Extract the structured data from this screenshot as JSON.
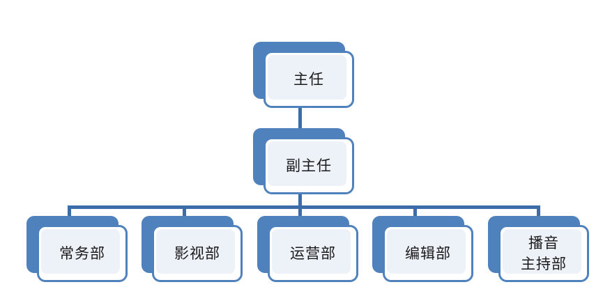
{
  "chart_data": {
    "type": "diagram",
    "diagram_type": "organization-chart",
    "title": "",
    "orientation": "top-down",
    "levels": 3,
    "colors": {
      "back_plate": "#4F81BD",
      "front_border": "#4F81BD",
      "front_fill": "#FFFFFF",
      "inner_panel": "#EDF1F8",
      "connector": "#3D6DA8",
      "text": "#1A1A1A",
      "background": "#FFFFFF"
    },
    "nodes": [
      {
        "id": "director",
        "lines": [
          "主任"
        ],
        "level": 1,
        "parent": null
      },
      {
        "id": "vice-director",
        "lines": [
          "副主任"
        ],
        "level": 2,
        "parent": "director"
      },
      {
        "id": "dept-1",
        "lines": [
          "常务部"
        ],
        "level": 3,
        "parent": "vice-director"
      },
      {
        "id": "dept-2",
        "lines": [
          "影视部"
        ],
        "level": 3,
        "parent": "vice-director"
      },
      {
        "id": "dept-3",
        "lines": [
          "运营部"
        ],
        "level": 3,
        "parent": "vice-director"
      },
      {
        "id": "dept-4",
        "lines": [
          "编辑部"
        ],
        "level": 3,
        "parent": "vice-director"
      },
      {
        "id": "dept-5",
        "lines": [
          "播音",
          "主持部"
        ],
        "level": 3,
        "parent": "vice-director"
      }
    ],
    "edges": [
      {
        "from": "director",
        "to": "vice-director"
      },
      {
        "from": "vice-director",
        "to": "dept-1"
      },
      {
        "from": "vice-director",
        "to": "dept-2"
      },
      {
        "from": "vice-director",
        "to": "dept-3"
      },
      {
        "from": "vice-director",
        "to": "dept-4"
      },
      {
        "from": "vice-director",
        "to": "dept-5"
      }
    ]
  },
  "nodes": {
    "director": {
      "line1": "主任"
    },
    "vice_director": {
      "line1": "副主任"
    },
    "dept_1": {
      "line1": "常务部"
    },
    "dept_2": {
      "line1": "影视部"
    },
    "dept_3": {
      "line1": "运营部"
    },
    "dept_4": {
      "line1": "编辑部"
    },
    "dept_5": {
      "line1": "播音",
      "line2": "主持部"
    }
  }
}
